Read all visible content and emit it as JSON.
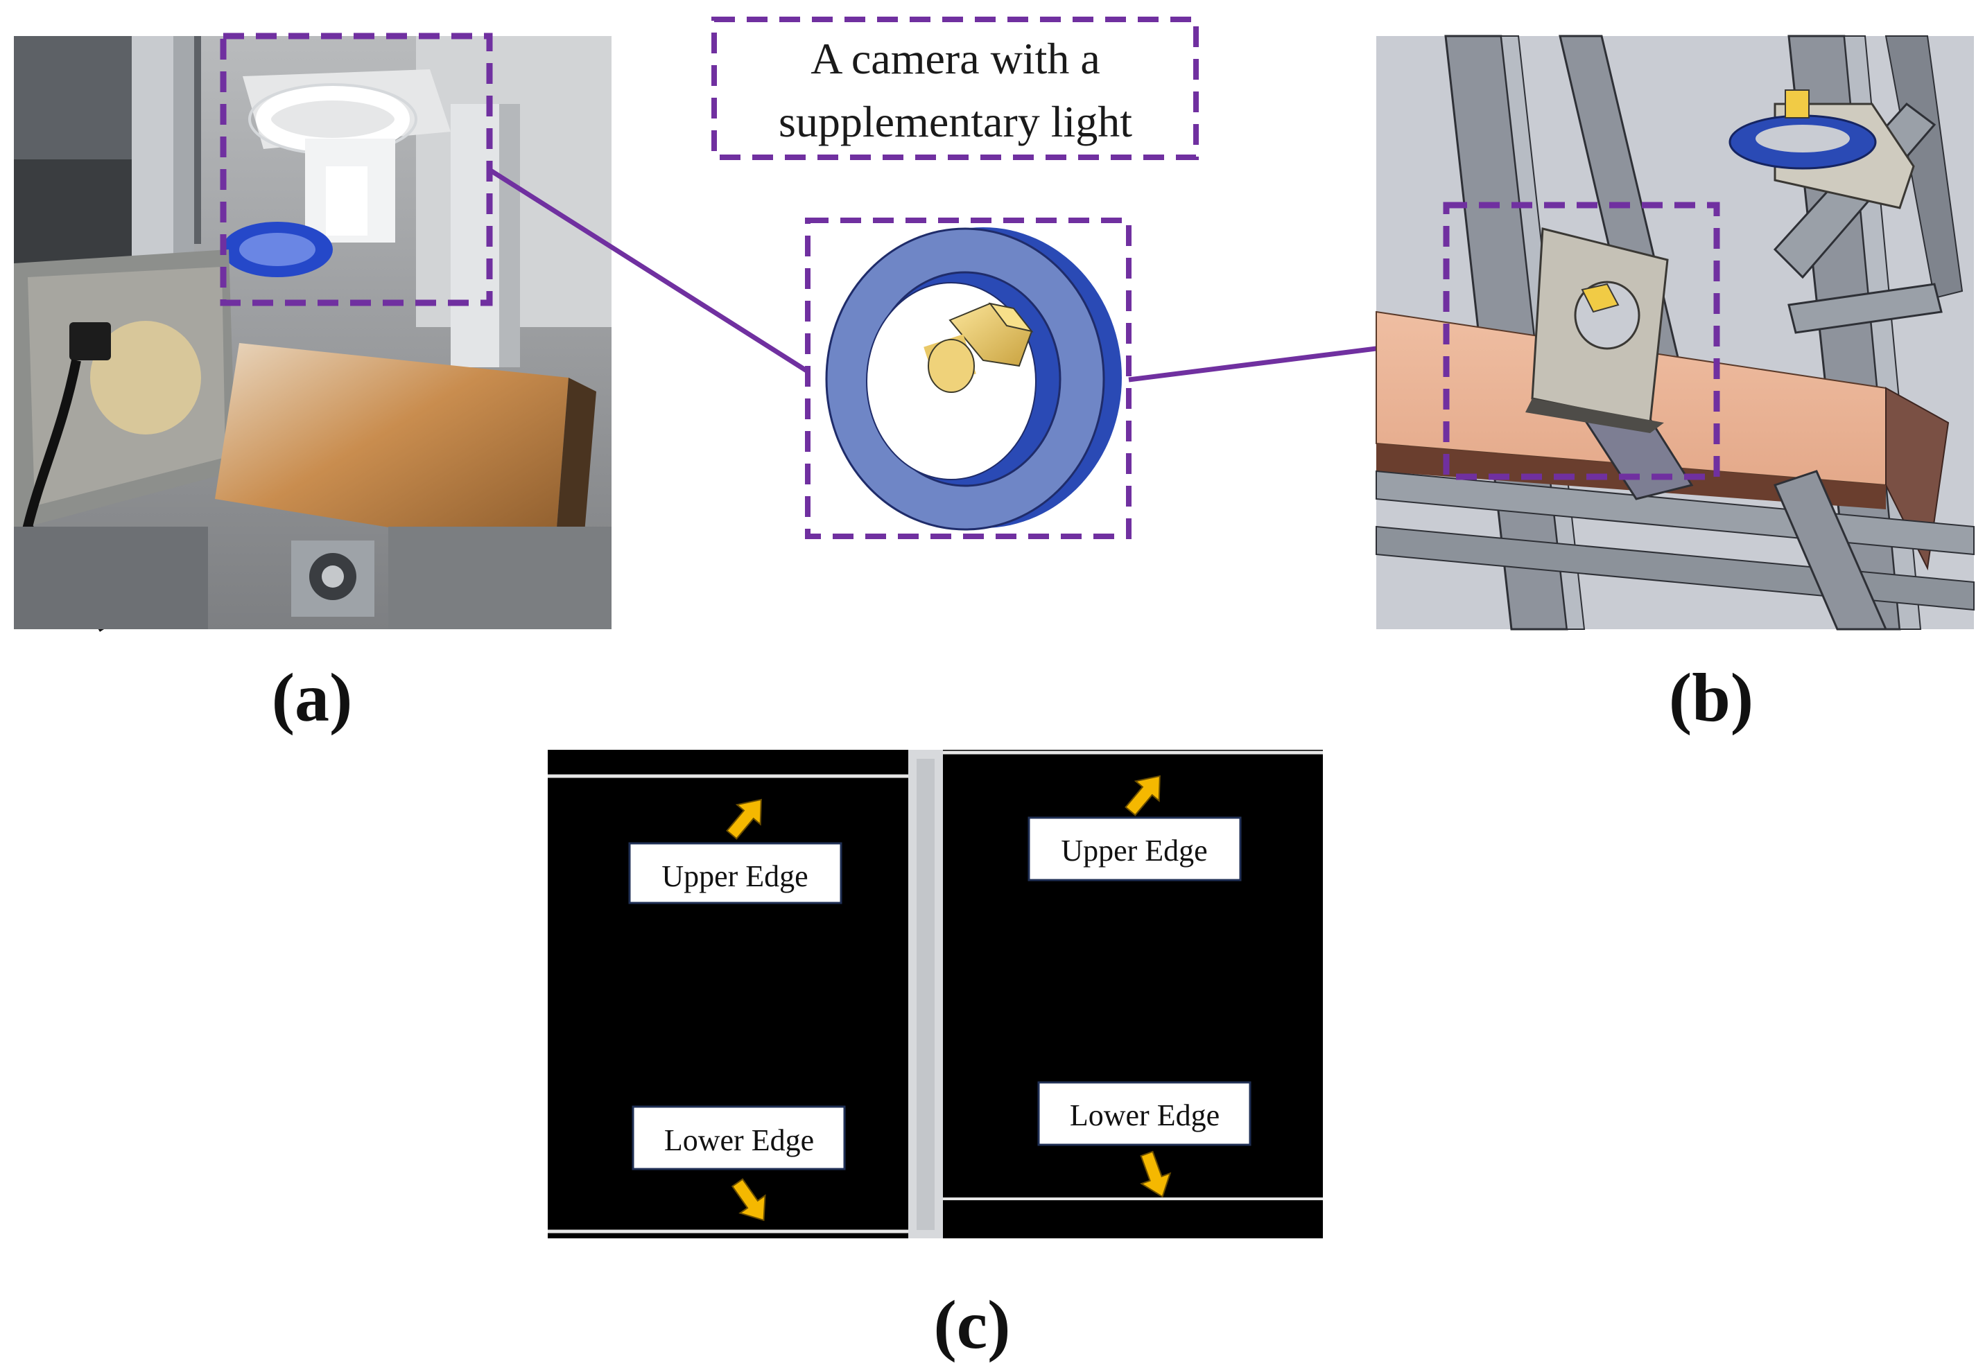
{
  "callout": {
    "line1": "A camera with a",
    "line2": "supplementary light"
  },
  "panel_labels": {
    "a": "(a)",
    "b": "(b)",
    "c": "(c)"
  },
  "edge_labels": {
    "left_upper": "Upper Edge",
    "left_lower": "Lower Edge",
    "right_upper": "Upper Edge",
    "right_lower": "Lower Edge"
  },
  "colors": {
    "callout_purple": "#7030a0",
    "arrow_gold": "#f5b800",
    "ring_blue": "#6f86c6",
    "ring_dark_blue": "#2a4ab5",
    "camera_gold": "#e9c867",
    "model_background": "#c9ccd3",
    "wood_block": "#e8b196"
  }
}
